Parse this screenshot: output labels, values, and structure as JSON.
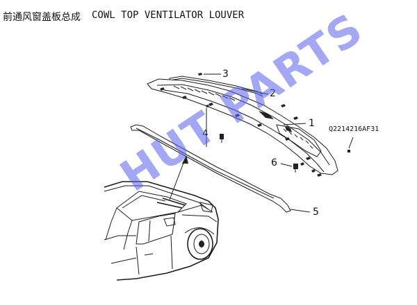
{
  "title": {
    "zh": "前通风窗盖板总成",
    "en": "COWL TOP VENTILATOR LOUVER"
  },
  "callouts": [
    "1",
    "2",
    "3",
    "4",
    "5",
    "6"
  ],
  "part_code": "Q2214216AF31",
  "watermark": "HUT PARTS",
  "colors": {
    "line": "#1a1a1a",
    "watermark": "#5a5feb"
  }
}
